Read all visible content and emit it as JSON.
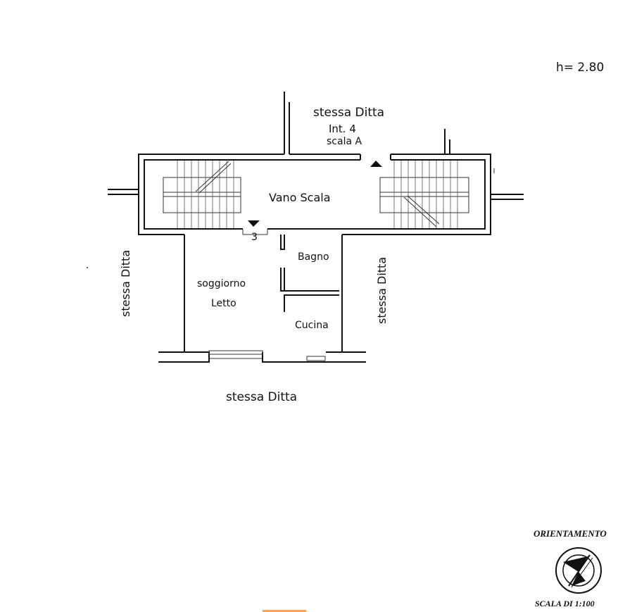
{
  "height_note": "h= 2.80",
  "labels": {
    "top_owner": "stessa Ditta",
    "top_int": "Int. 4",
    "top_scala": "scala A",
    "stair_hall": "Vano Scala",
    "floor_marker": "3",
    "bathroom": "Bagno",
    "living_line1": "soggiorno",
    "living_line2": "Letto",
    "kitchen": "Cucina",
    "left_owner": "stessa Ditta",
    "right_owner": "stessa Ditta",
    "bottom_owner": "stessa Ditta"
  },
  "legend": {
    "orientation_title": "ORIENTAMENTO",
    "scale": "SCALA DI 1:100"
  },
  "colors": {
    "ink": "#111111",
    "accent_bar": "#f4a460"
  }
}
